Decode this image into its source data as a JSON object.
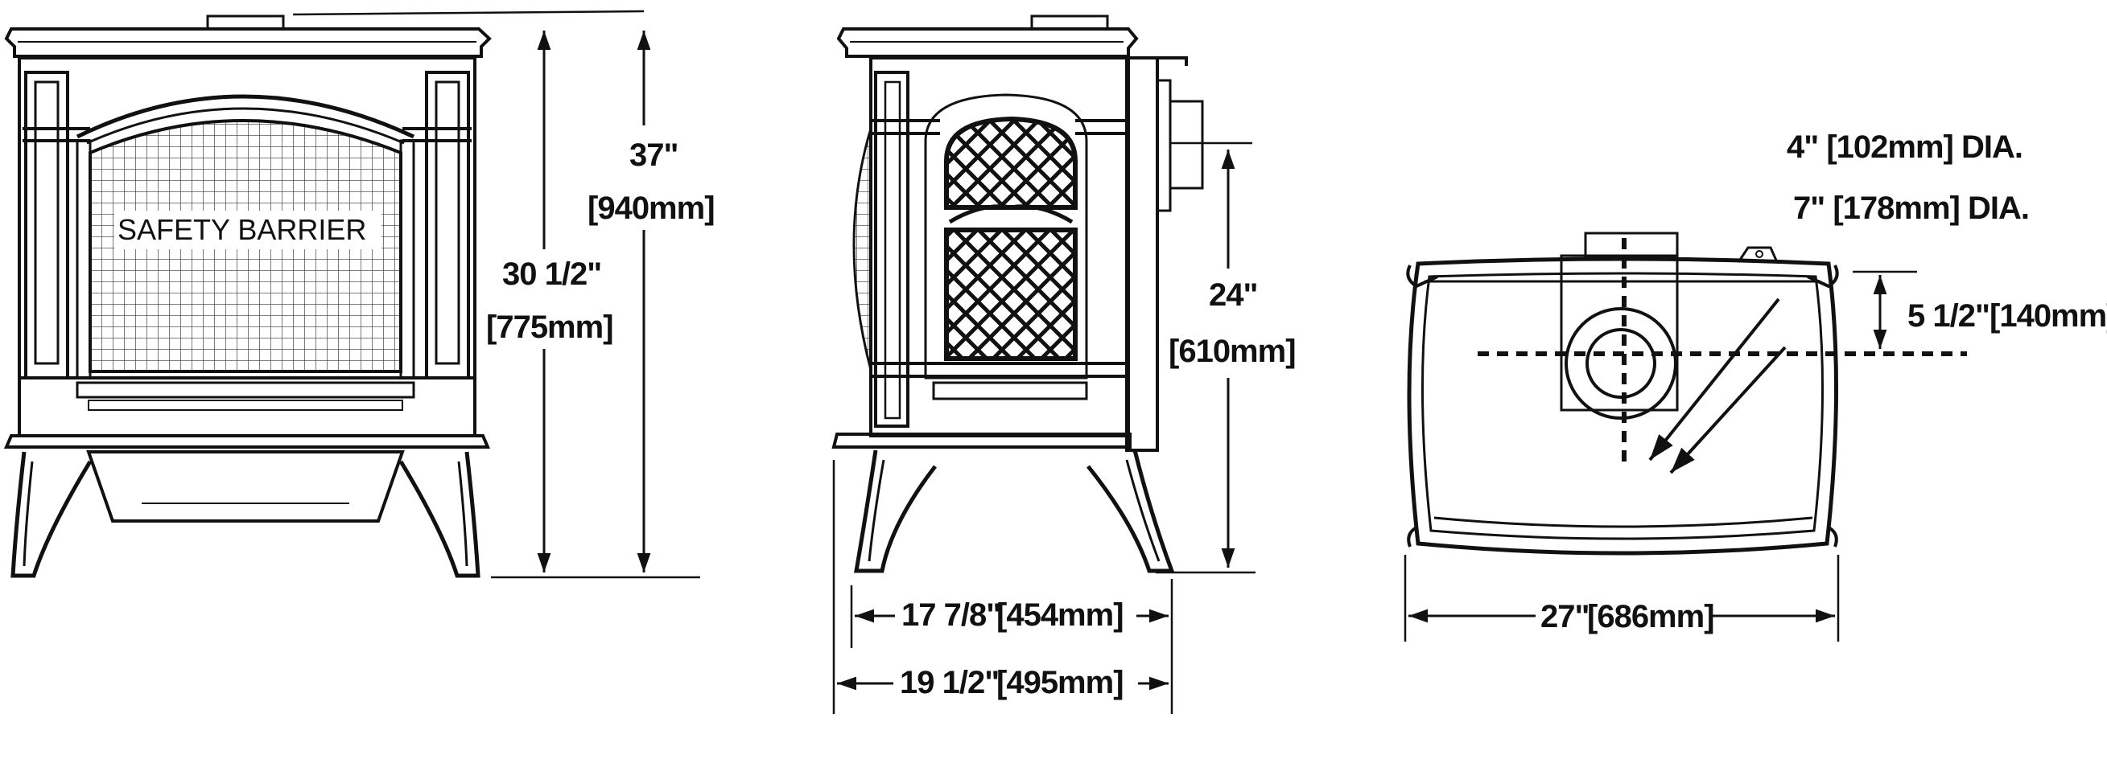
{
  "labels": {
    "safety_barrier": "SAFETY BARRIER"
  },
  "dimensions": {
    "inner_height_in": "30 1/2\"",
    "inner_height_mm": "[775mm]",
    "overall_height_in": "37\"",
    "overall_height_mm": "[940mm]",
    "flue_height_in": "24\"",
    "flue_height_mm": "[610mm]",
    "side_depth_in": "17 7/8\"",
    "side_depth_mm": "[454mm]",
    "overall_depth_in": "19 1/2\"",
    "overall_depth_mm": "[495mm]",
    "width_in": "27\"",
    "width_mm": "[686mm]",
    "flue_offset_in": "5 1/2\"",
    "flue_offset_mm": "[140mm]",
    "inner_flue_dia": "4\" [102mm] DIA.",
    "outer_flue_dia": "7\" [178mm] DIA."
  }
}
